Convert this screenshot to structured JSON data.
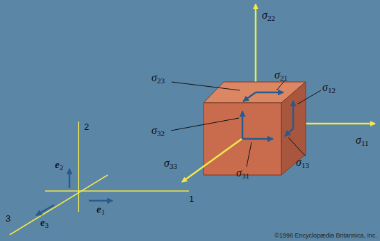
{
  "diagram": {
    "labels": [
      "σ22",
      "σ21",
      "σ23",
      "σ12",
      "σ32",
      "σ11",
      "σ33",
      "σ13",
      "σ31",
      "2",
      "1",
      "3",
      "e2",
      "e1",
      "e3",
      "©1998 Encyclopædia Britannica, Inc."
    ]
  }
}
